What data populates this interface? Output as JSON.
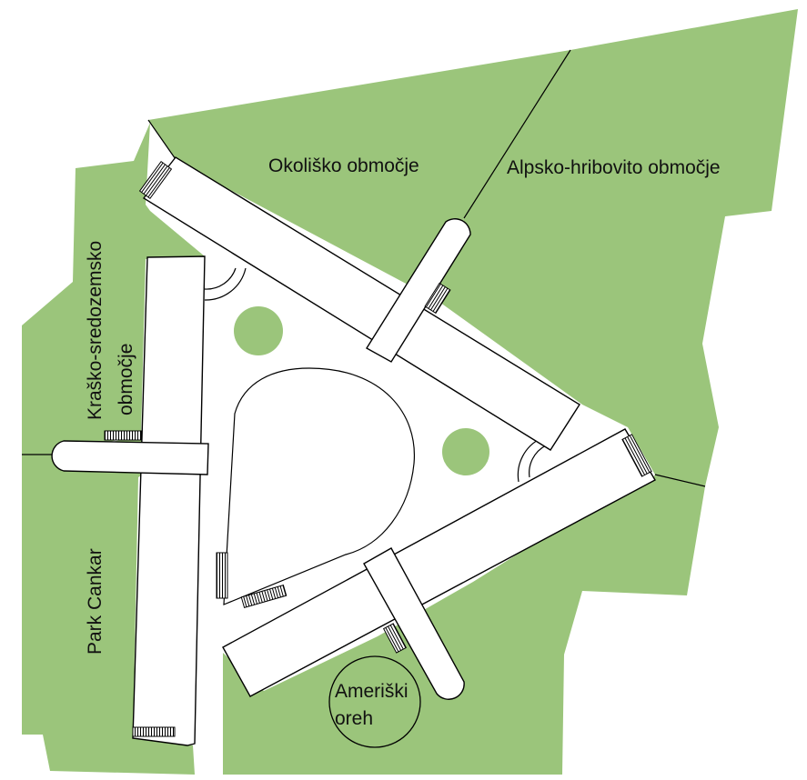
{
  "map": {
    "colors": {
      "green_area": "#9bc57b",
      "tree": "#9bc57b",
      "building": "#ffffff",
      "outline": "#000000",
      "label_text": "#111111"
    },
    "labels": {
      "okolisko": "Okoliško območje",
      "alpsko": "Alpsko-hribovito območje",
      "krasko_line1": "Kraško-sredozemsko",
      "krasko_line2": "območje",
      "park": "Park Cankar",
      "oreh_line1": "Ameriški",
      "oreh_line2": "oreh"
    }
  }
}
